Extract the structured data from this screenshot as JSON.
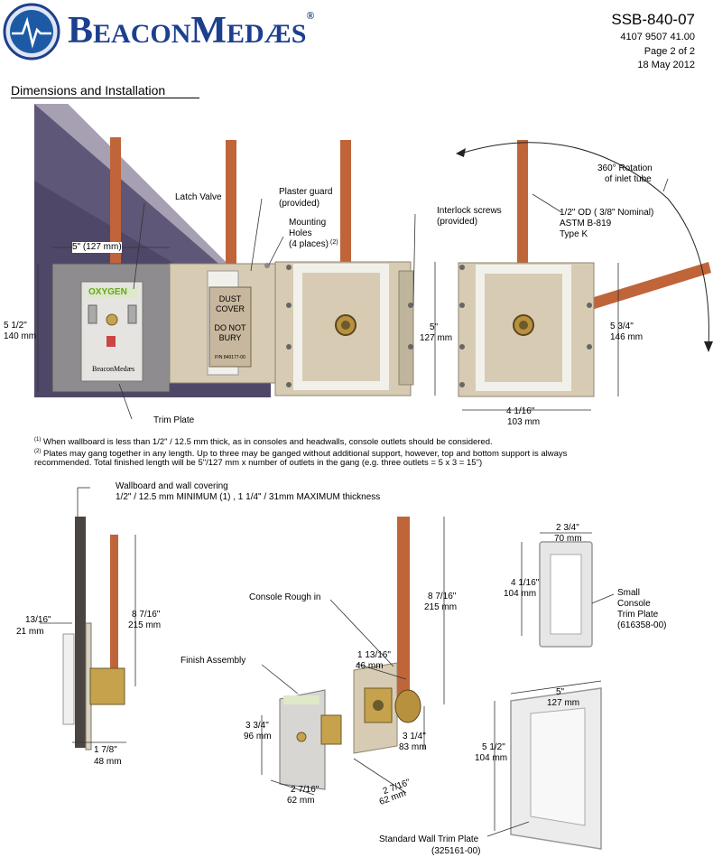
{
  "header": {
    "brand_big1": "B",
    "brand_small1": "EACON",
    "brand_big2": "M",
    "brand_small2": "EDÆS",
    "registered": "®",
    "doc_number": "SSB-840-07",
    "part_number": "4107 9507 41.00",
    "page": "Page  2 of 2",
    "date": "18 May 2012"
  },
  "section_title": "Dimensions and Installation",
  "labels": {
    "latch_valve": "Latch Valve",
    "plaster_guard_1": "Plaster guard",
    "plaster_guard_2": "(provided)",
    "mounting_holes_1": "Mounting",
    "mounting_holes_2": "Holes",
    "mounting_holes_3": "(4 places)",
    "mounting_holes_note": "(2)",
    "interlock_1": "Interlock screws",
    "interlock_2": "(provided)",
    "rotation_1": "360° Rotation",
    "rotation_2": "of inlet tube",
    "tube_1": "1/2\" OD (  3/8\" Nominal)",
    "tube_2": "ASTM B-819",
    "tube_3": "Type K",
    "trim_plate": "Trim Plate",
    "width_top": "5\" (127 mm)",
    "height_left_1": "5 1/2\"",
    "height_left_2": "140 mm",
    "height_5_1": "5\"",
    "height_5_2": "127 mm",
    "height_534_1": "5 3/4\"",
    "height_534_2": "146 mm",
    "width_4116_1": "4 1/16\"",
    "width_4116_2": "103 mm",
    "oxygen": "OXYGEN",
    "dust_cover_1": "DUST",
    "dust_cover_2": "COVER",
    "dust_cover_3": "DO NOT",
    "dust_cover_4": "BURY",
    "dust_cover_pn": "P/N 840177-00",
    "faceplate_brand": "BeaconMedæs"
  },
  "footnotes": {
    "n1_mark": "(1)",
    "n1_text": "When wallboard is less than       1/2\" / 12.5 mm thick, as in consoles and headwalls, console outlets should be considered.",
    "n2_mark": "(2)",
    "n2_text": "Plates may gang together in any length.  Up to three may be ganged without additional support, however, top and bottom support                 is always",
    "n2_text2": "recommended.  Total finished length will be 5\"/127 mm          x number of outlets in the gang (e.g. three outlets = 5 x 3 = 15\")"
  },
  "lower": {
    "wallboard_1": "Wallboard and wall covering",
    "wallboard_2": "1/2\" / 12.5 mm MINIMUM      (1) , 1  1/4\" / 31mm MAXIMUM thickness",
    "side_13_16_1": "13/16\"",
    "side_13_16_2": "21 mm",
    "side_8716_1": "8 7/16\"",
    "side_8716_2": "215 mm",
    "side_178_1": "1 7/8\"",
    "side_178_2": "48 mm",
    "console_rough": "Console Rough in",
    "rough_8716_1": "8 7/16\"",
    "rough_8716_2": "215 mm",
    "rough_11316_1": "1 13/16\"",
    "rough_11316_2": "46 mm",
    "rough_314_1": "3 1/4\"",
    "rough_314_2": "83 mm",
    "rough_2716_1": "2 7/16\"",
    "rough_2716_2": "62 mm",
    "finish_assembly": "Finish Assembly",
    "finish_334_1": "3 3/4\"",
    "finish_334_2": "96 mm",
    "finish_2716_1": "2 7/16\"",
    "finish_2716_2": "62 mm",
    "small_234_1": "2 3/4\"",
    "small_234_2": "70 mm",
    "small_4116_1": "4 1/16\"",
    "small_4116_2": "104 mm",
    "small_console_1": "Small",
    "small_console_2": "Console",
    "small_console_3": "Trim Plate",
    "small_console_4": "(616358-00)",
    "std_5_1": "5\"",
    "std_5_2": "127 mm",
    "std_512_1": "5 1/2\"",
    "std_512_2": "104 mm",
    "std_trim_1": "Standard Wall Trim Plate",
    "std_trim_2": "(325161-00)"
  },
  "colors": {
    "brand_blue": "#1c3f8e",
    "copper": "#c0643a",
    "wall_purple": "#4f4767",
    "plate_metal": "#d7ccb3",
    "brass": "#b8913f"
  }
}
